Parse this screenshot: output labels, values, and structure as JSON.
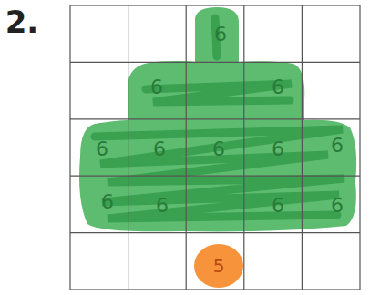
{
  "diagram": {
    "labels": [
      "2.",
      "6",
      "6",
      "6",
      "6",
      "6",
      "6",
      "6",
      "6",
      "6",
      "6",
      "6",
      "6",
      "5"
    ]
  }
}
